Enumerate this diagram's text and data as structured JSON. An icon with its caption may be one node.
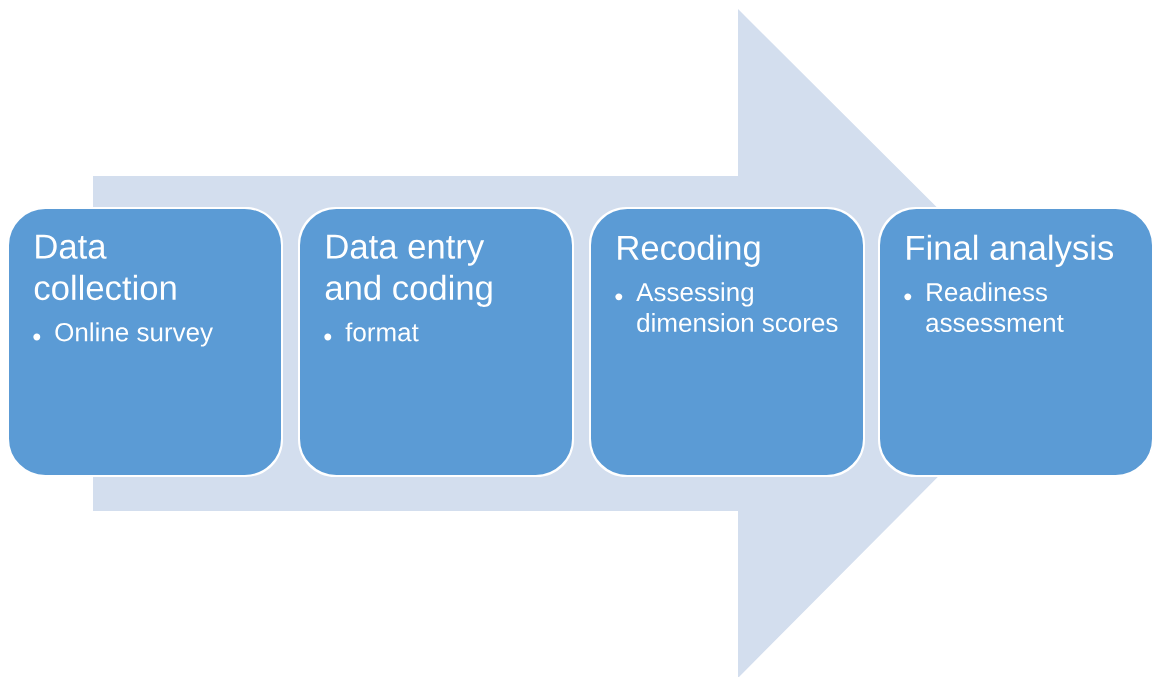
{
  "diagram": {
    "nodes": [
      {
        "text": [
          "Data collection",
          "Online survey"
        ]
      },
      {
        "text": [
          "Data entry and coding",
          "format"
        ]
      },
      {
        "text": [
          "Recoding",
          "Assessing dimension scores"
        ]
      },
      {
        "text": [
          "Final analysis",
          "Readiness assessment"
        ]
      }
    ],
    "edges": [
      {
        "from": 0,
        "to": 3,
        "arrow": "to"
      }
    ]
  }
}
